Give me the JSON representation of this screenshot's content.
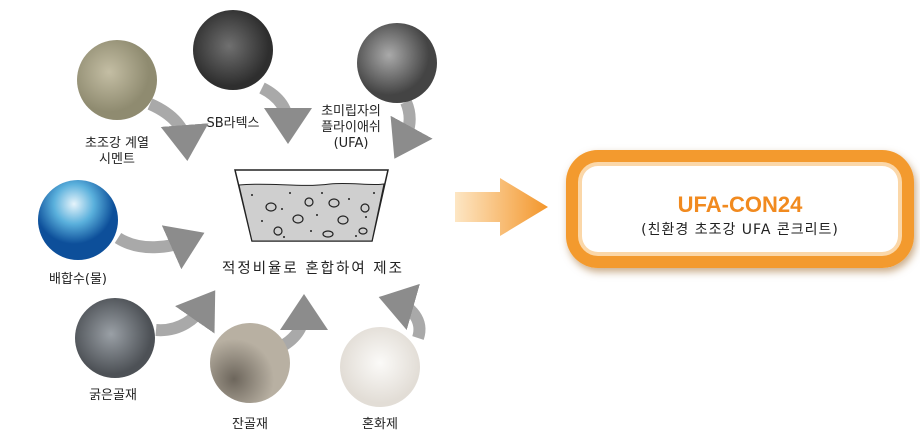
{
  "ingredients": {
    "cement": "초조강 계열",
    "cement_2": "시멘트",
    "sb_latex": "SB라텍스",
    "ufa_1": "초미립자의",
    "ufa_2": "플라이애쉬",
    "ufa_3": "(UFA)",
    "water": "배합수(물)",
    "coarse_aggregate": "굵은골재",
    "fine_aggregate": "잔골재",
    "admixture": "혼화제"
  },
  "process_caption": "적정비율로 혼합하여 제조",
  "result": {
    "title": "UFA-CON24",
    "subtitle": "(친환경 초조강 UFA 콘크리트)"
  },
  "colors": {
    "accent": "#f18a1f",
    "arrow": "#8c8c8c"
  }
}
